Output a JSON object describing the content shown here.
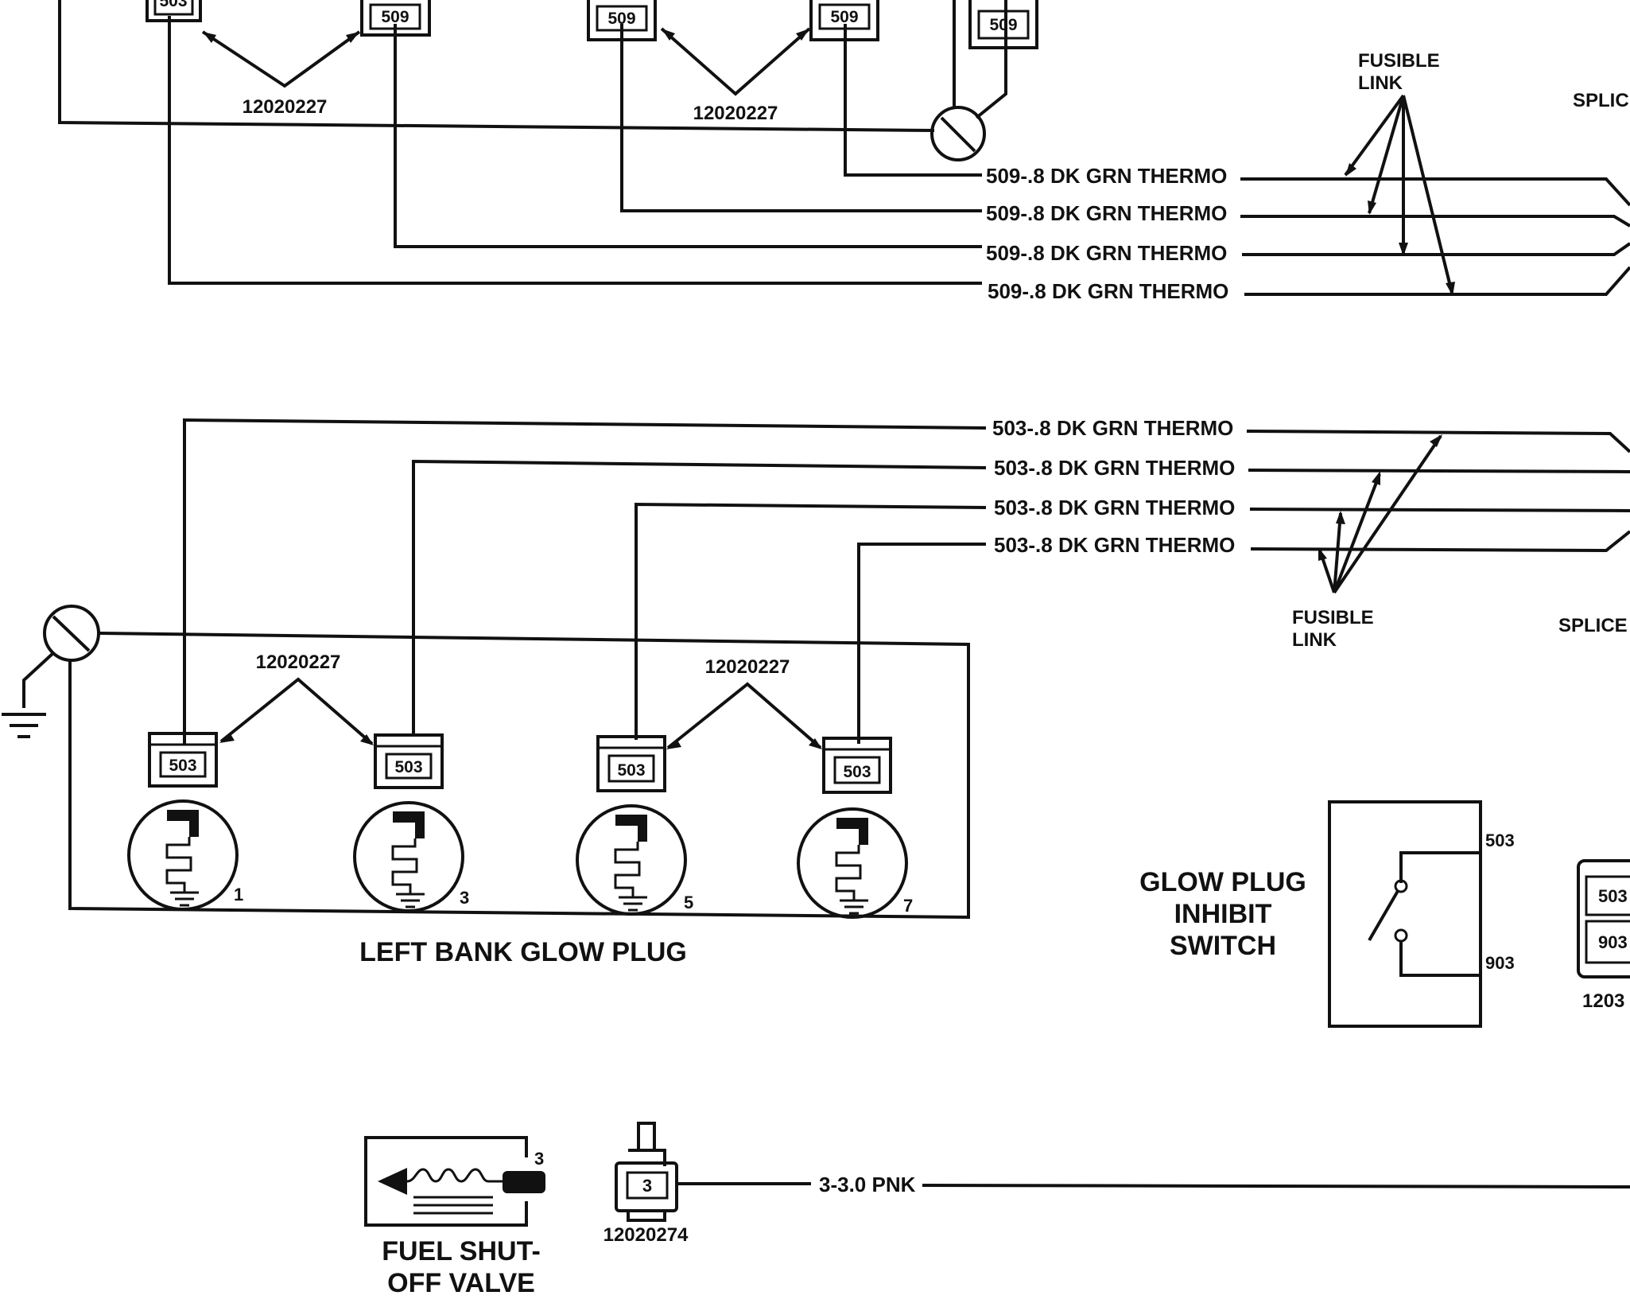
{
  "top_section": {
    "connector_labels": [
      "503",
      "509",
      "509",
      "509",
      "509"
    ],
    "part_numbers": [
      "12020227",
      "12020227"
    ],
    "wire_labels": [
      "509-.8 DK GRN THERMO",
      "509-.8 DK GRN THERMO",
      "509-.8 DK GRN THERMO",
      "509-.8 DK GRN THERMO"
    ],
    "fusible_link_label": [
      "FUSIBLE",
      "LINK"
    ],
    "splice_label": "SPLIC"
  },
  "left_bank": {
    "wire_labels": [
      "503-.8 DK GRN THERMO",
      "503-.8 DK GRN THERMO",
      "503-.8 DK GRN THERMO",
      "503-.8 DK GRN THERMO"
    ],
    "fusible_link_label": [
      "FUSIBLE",
      "LINK"
    ],
    "splice_label": "SPLICE",
    "part_numbers": [
      "12020227",
      "12020227"
    ],
    "connector_labels": [
      "503",
      "503",
      "503",
      "503"
    ],
    "glow_plug_numbers": [
      "1",
      "3",
      "5",
      "7"
    ],
    "title": "LEFT BANK GLOW PLUG"
  },
  "inhibit_switch": {
    "title": [
      "GLOW PLUG",
      "INHIBIT",
      "SWITCH"
    ],
    "terminals": [
      "503",
      "903"
    ],
    "connector_labels": [
      "503",
      "903"
    ],
    "part_number": "1203"
  },
  "fuel_valve": {
    "title": [
      "FUEL SHUT-",
      "OFF VALVE"
    ],
    "terminal": "3",
    "connector_label": "3",
    "part_number": "12020274",
    "wire_label": "3-3.0 PNK"
  }
}
